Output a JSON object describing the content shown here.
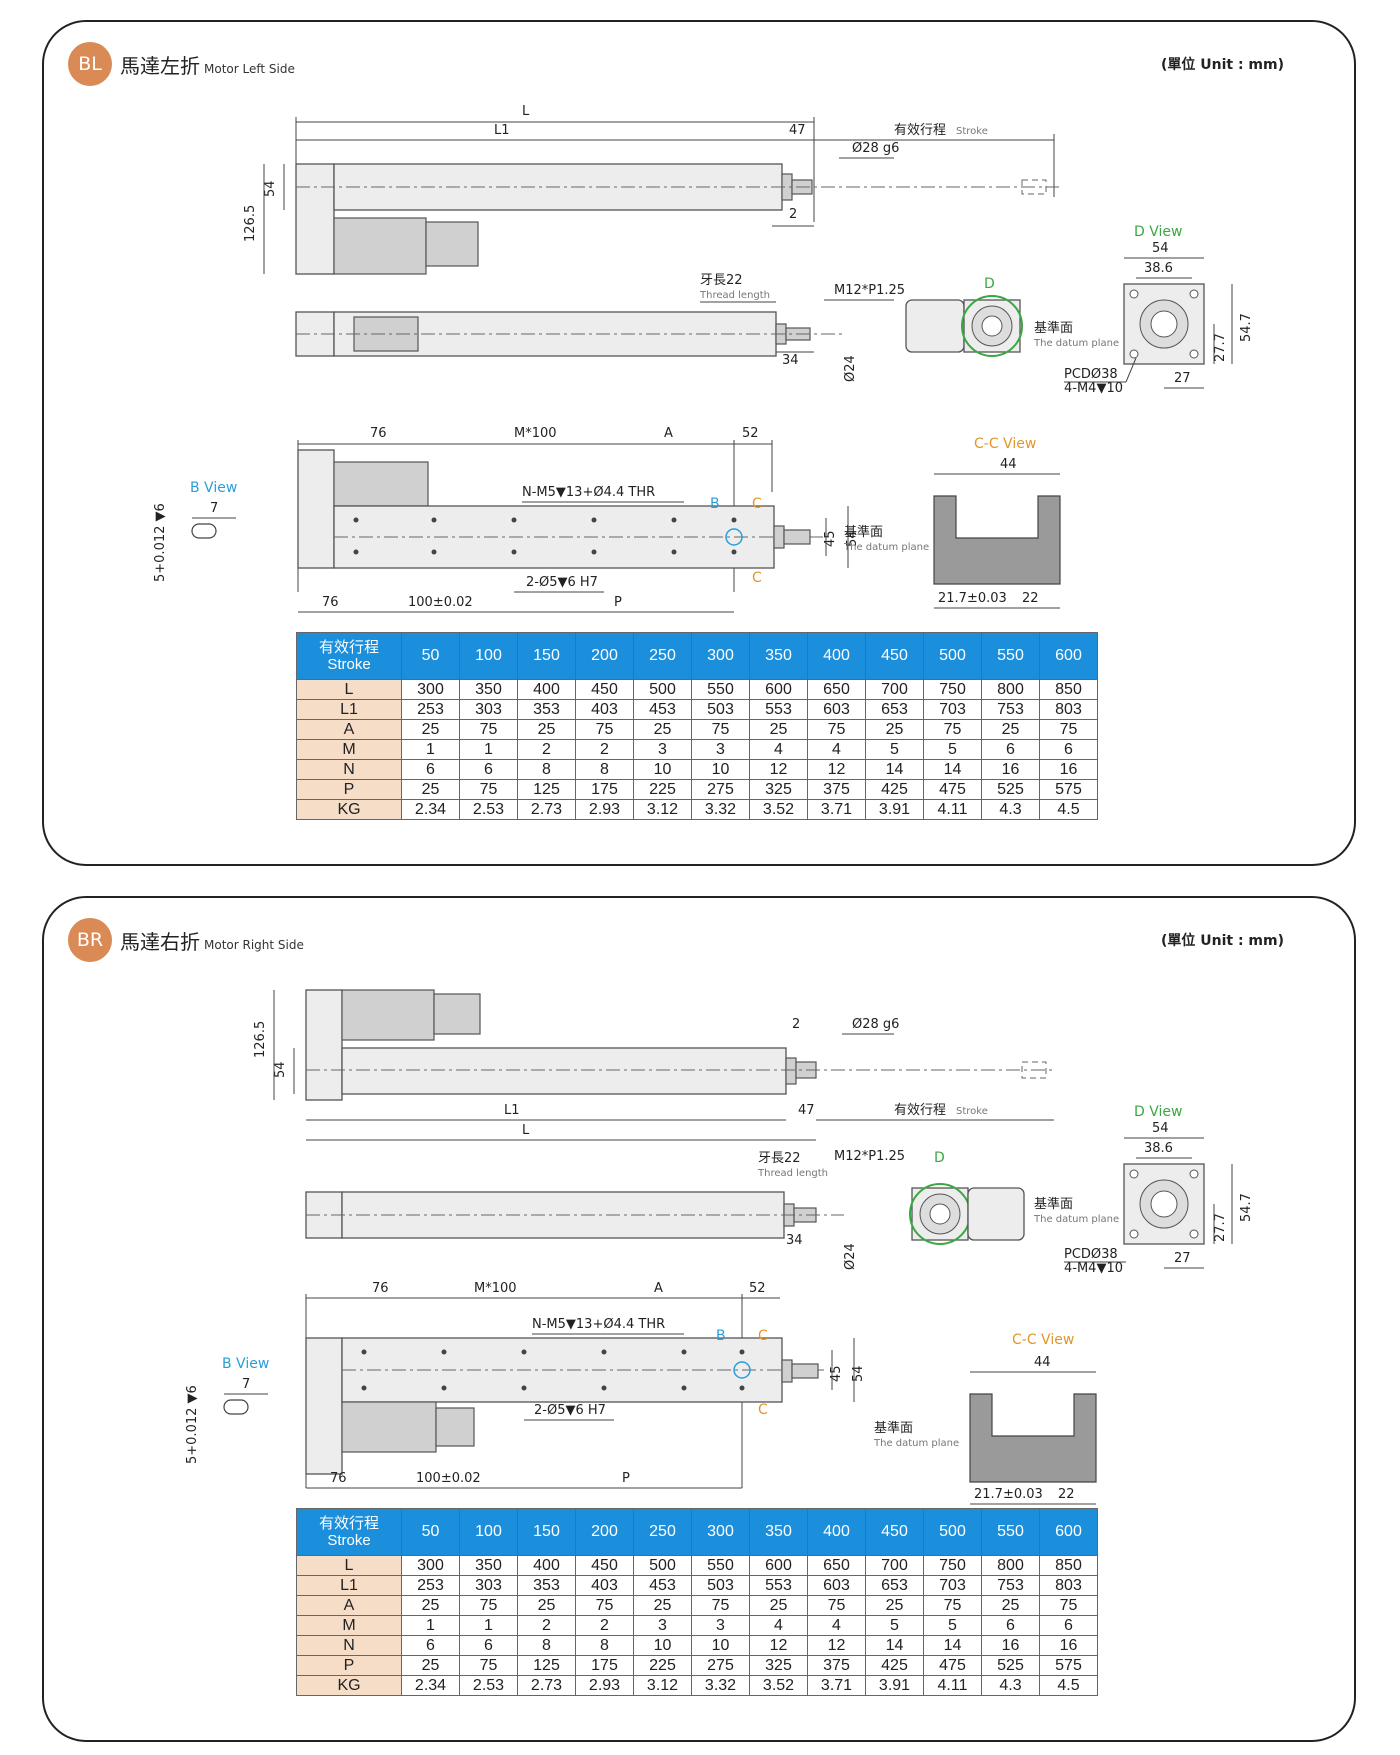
{
  "unit_label": "(單位 Unit : mm)",
  "panels": [
    {
      "badge": "BL",
      "title_zh": "馬達左折",
      "title_en": "Motor Left Side"
    },
    {
      "badge": "BR",
      "title_zh": "馬達右折",
      "title_en": "Motor Right Side"
    }
  ],
  "dims": {
    "L": "L",
    "L1": "L1",
    "d47": "47",
    "stroke_zh": "有效行程",
    "stroke_en": "Stroke",
    "shaft": "Ø28 g6",
    "d2": "2",
    "h54": "54",
    "h126": "126.5",
    "thread_zh": "牙長22",
    "thread_en": "Thread length",
    "m12": "M12*P1.25",
    "d34": "34",
    "d24": "Ø24",
    "D": "D",
    "dview": "D View",
    "dv54": "54",
    "dv386": "38.6",
    "dv277": "27.7",
    "dv547": "54.7",
    "dv27": "27",
    "datum_zh": "基準面",
    "datum_en": "The datum plane",
    "pcd": "PCDØ38",
    "m4": "4-M4▼10",
    "d76": "76",
    "m100": "M*100",
    "A": "A",
    "d52": "52",
    "nm5": "N-M5▼13+Ø4.4 THR",
    "B": "B",
    "C": "C",
    "h45": "45",
    "hole": "2-Ø5▼6 H7",
    "p100": "100±0.02",
    "P": "P",
    "bview": "B View",
    "bv7": "7",
    "bvtol": "5+0.012 ▼6",
    "ccview": "C-C View",
    "cc44": "44",
    "cc217": "21.7±0.03",
    "cc22": "22"
  },
  "table": {
    "header_zh": "有效行程",
    "header_en": "Stroke",
    "columns": [
      "50",
      "100",
      "150",
      "200",
      "250",
      "300",
      "350",
      "400",
      "450",
      "500",
      "550",
      "600"
    ],
    "rows": [
      {
        "label": "L",
        "values": [
          "300",
          "350",
          "400",
          "450",
          "500",
          "550",
          "600",
          "650",
          "700",
          "750",
          "800",
          "850"
        ]
      },
      {
        "label": "L1",
        "values": [
          "253",
          "303",
          "353",
          "403",
          "453",
          "503",
          "553",
          "603",
          "653",
          "703",
          "753",
          "803"
        ]
      },
      {
        "label": "A",
        "values": [
          "25",
          "75",
          "25",
          "75",
          "25",
          "75",
          "25",
          "75",
          "25",
          "75",
          "25",
          "75"
        ]
      },
      {
        "label": "M",
        "values": [
          "1",
          "1",
          "2",
          "2",
          "3",
          "3",
          "4",
          "4",
          "5",
          "5",
          "6",
          "6"
        ]
      },
      {
        "label": "N",
        "values": [
          "6",
          "6",
          "8",
          "8",
          "10",
          "10",
          "12",
          "12",
          "14",
          "14",
          "16",
          "16"
        ]
      },
      {
        "label": "P",
        "values": [
          "25",
          "75",
          "125",
          "175",
          "225",
          "275",
          "325",
          "375",
          "425",
          "475",
          "525",
          "575"
        ]
      },
      {
        "label": "KG",
        "values": [
          "2.34",
          "2.53",
          "2.73",
          "2.93",
          "3.12",
          "3.32",
          "3.52",
          "3.71",
          "3.91",
          "4.11",
          "4.3",
          "4.5"
        ]
      }
    ]
  },
  "colors": {
    "badge": "#d98a55",
    "table_header": "#1c8fdc",
    "row_label": "#f6ddc8",
    "blue": "#2a9ed8",
    "green": "#3aa842",
    "orange": "#e2962a"
  }
}
